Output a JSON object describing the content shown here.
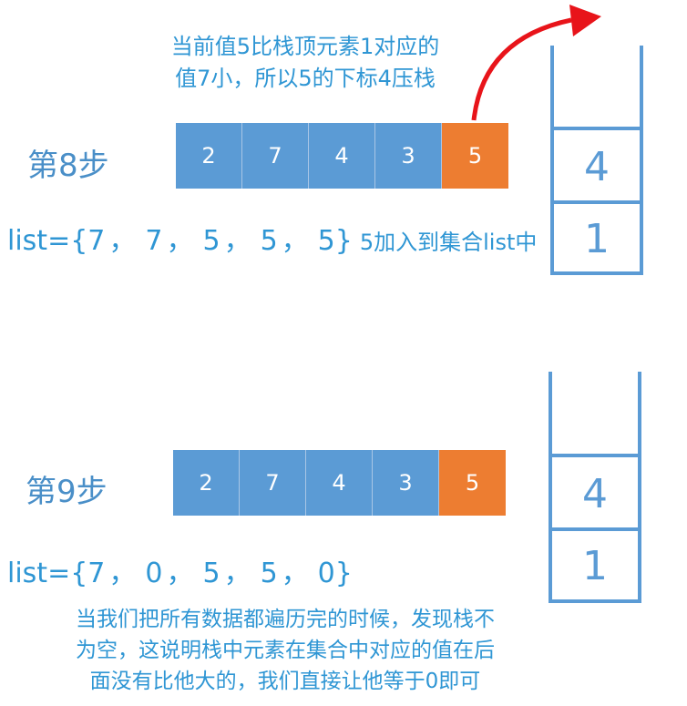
{
  "step8": {
    "label": "第8步",
    "note_lines": [
      "当前值5比栈顶元素1对应的",
      "值7小，所以5的下标4压栈"
    ],
    "array": [
      "2",
      "7",
      "4",
      "3",
      "5"
    ],
    "list_prefix": "list={",
    "list_values": [
      "7",
      "7",
      "5",
      "5",
      "5"
    ],
    "list_suffix": "}",
    "list_note": "5加入到集合list中",
    "stack": [
      "4",
      "1"
    ]
  },
  "step9": {
    "label": "第9步",
    "array": [
      "2",
      "7",
      "4",
      "3",
      "5"
    ],
    "list_prefix": "list={",
    "list_values": [
      "7",
      "0",
      "5",
      "5",
      "0"
    ],
    "list_suffix": "}",
    "stack": [
      "4",
      "1"
    ],
    "note_lines": [
      "当我们把所有数据都遍历完的时候，发现栈不",
      "为空，这说明栈中元素在集合中对应的值在后",
      "面没有比他大的，我们直接让他等于0即可"
    ]
  },
  "colors": {
    "cell_blue": "#5b9bd5",
    "cell_orange": "#ed7d31",
    "text_blue": "#2f96d4",
    "arrow_red": "#e8141a"
  }
}
